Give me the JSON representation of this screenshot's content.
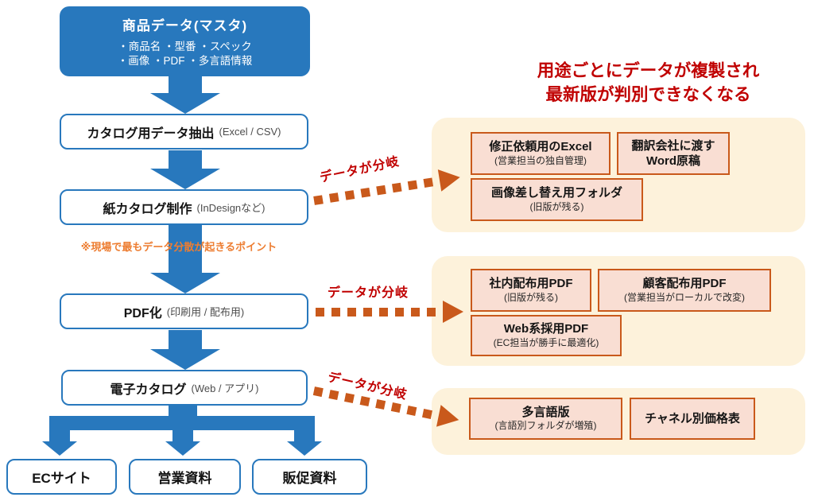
{
  "flow": {
    "master": {
      "title": "商品データ(マスタ)",
      "bullets": [
        "・商品名 ・型番 ・スペック",
        "・画像 ・PDF ・多言語情報"
      ]
    },
    "steps": [
      {
        "title": "カタログ用データ抽出",
        "sub": "(Excel / CSV)"
      },
      {
        "title": "紙カタログ制作",
        "sub": "(InDesignなど)"
      },
      {
        "title": "PDF化",
        "sub": "(印刷用 / 配布用)"
      },
      {
        "title": "電子カタログ",
        "sub": "(Web / アプリ)"
      }
    ],
    "note": "※現場で最もデータ分散が起きるポイント",
    "outputs": [
      "ECサイト",
      "営業資料",
      "販促資料"
    ]
  },
  "right": {
    "headline": [
      "用途ごとにデータが複製され",
      "最新版が判別できなくなる"
    ],
    "branch_labels": [
      "データが分岐",
      "データが分岐",
      "データが分岐"
    ],
    "groups": [
      {
        "items": [
          {
            "title": "修正依頼用のExcel",
            "sub": "(営業担当の独自管理)"
          },
          {
            "title": "翻訳会社に渡す",
            "line2": "Word原稿"
          },
          {
            "title": "画像差し替え用フォルダ",
            "sub": "(旧版が残る)"
          }
        ]
      },
      {
        "items": [
          {
            "title": "社内配布用PDF",
            "sub": "(旧版が残る)"
          },
          {
            "title": "顧客配布用PDF",
            "sub": "(営業担当がローカルで改変)"
          },
          {
            "title": "Web系採用PDF",
            "sub": "(EC担当が勝手に最適化)"
          }
        ]
      },
      {
        "items": [
          {
            "title": "多言語版",
            "sub": "(言語別フォルダが増殖)"
          },
          {
            "title": "チャネル別価格表"
          }
        ]
      }
    ]
  },
  "colors": {
    "blue": "#2878BD",
    "red": "#C00000",
    "note_orange": "#ED7D31",
    "burnt_orange": "#C9591B",
    "group_cream": "#FDF2DB",
    "item_pink": "#F9DED3"
  }
}
